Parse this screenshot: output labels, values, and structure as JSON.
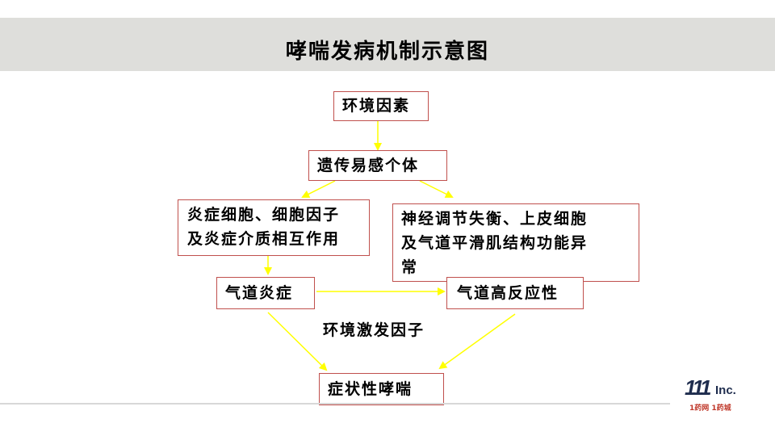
{
  "title": "哮喘发病机制示意图",
  "nodes": {
    "env_factors": "环境因素",
    "genetic_individual": "遗传易感个体",
    "inflammation_cells_line1": "炎症细胞、细胞因子",
    "inflammation_cells_line2": "及炎症介质相互作用",
    "neural_line1": "神经调节失衡、上皮细胞",
    "neural_line2": "及气道平滑肌结构功能异",
    "neural_line3": "常",
    "airway_inflammation": "气道炎症",
    "airway_hyperresponsiveness": "气道高反应性",
    "trigger_factors": "环境激发因子",
    "symptomatic_asthma": "症状性哮喘"
  },
  "colors": {
    "box_border": "#c0504d",
    "arrow": "#ffff00",
    "title_band": "#dededb"
  },
  "logo": {
    "main": "111",
    "suffix": "Inc.",
    "sub": "1药网  1药城"
  }
}
